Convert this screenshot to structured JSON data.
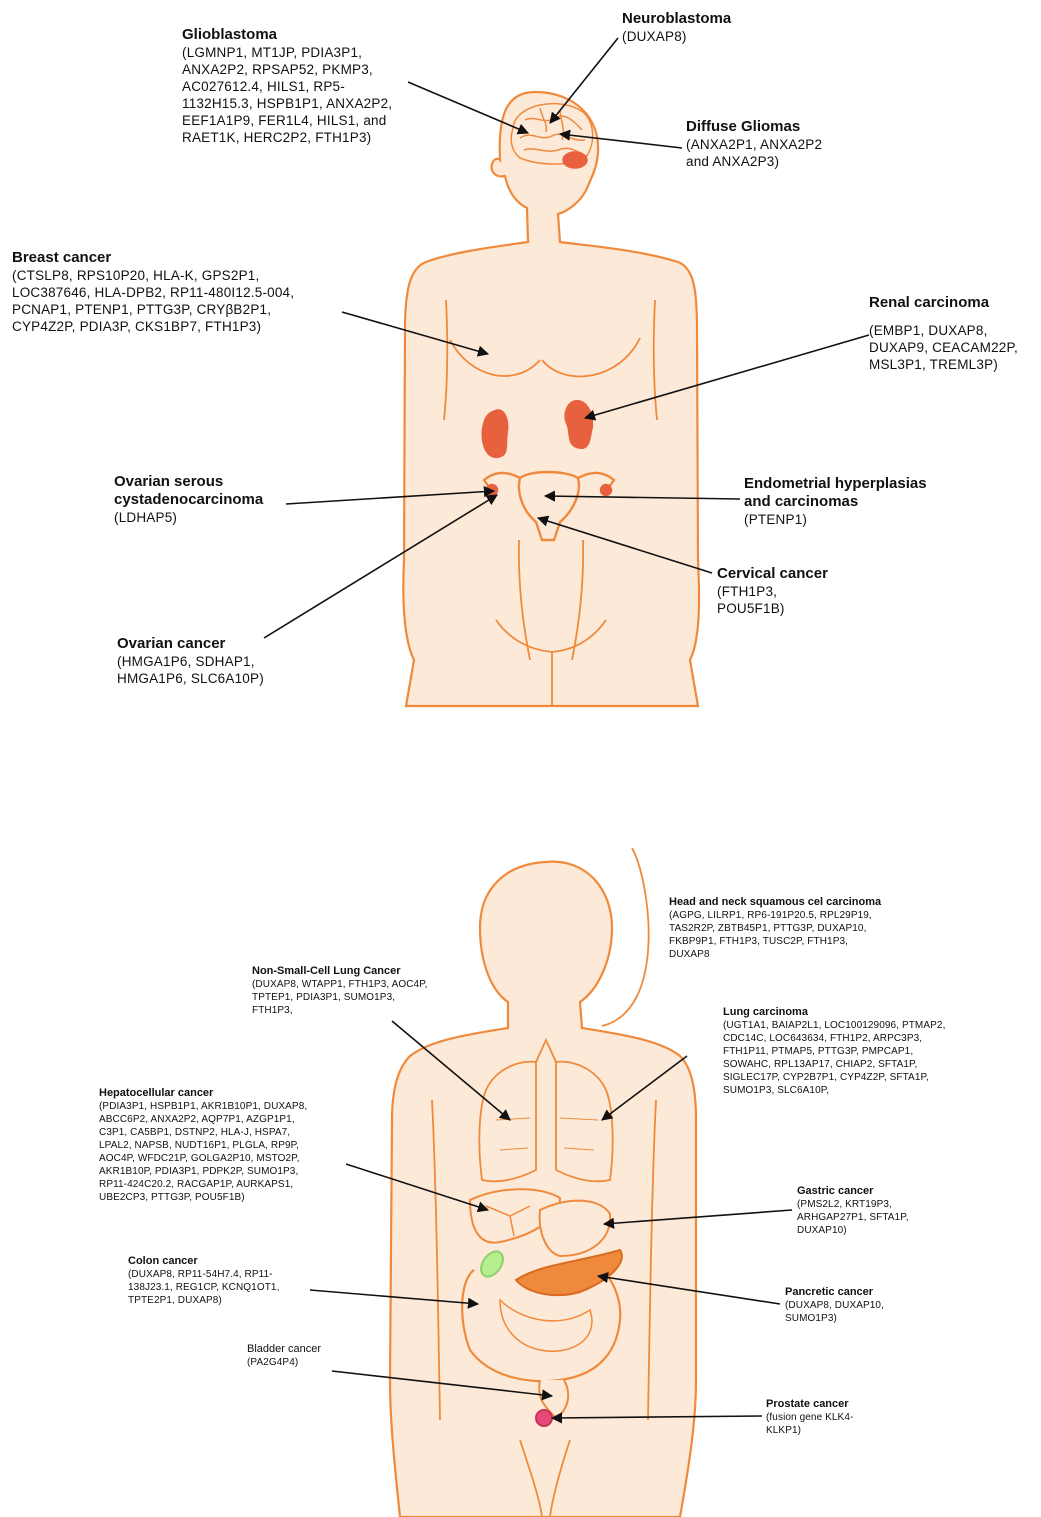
{
  "colors": {
    "outline": "#ef8a3c",
    "body_fill": "#fde9d8",
    "organ_fill": "#e8613f",
    "arrow": "#111111",
    "gallbladder": "#b6ef8e",
    "prostate": "#e9487a"
  },
  "female_panel": {
    "glioblastoma": {
      "title": "Glioblastoma",
      "genes": [
        "(LGMNP1, MT1JP, PDIA3P1,",
        "ANXA2P2, RPSAP52, PKMP3,",
        "AC027612.4, HILS1, RP5-",
        "1132H15.3, HSPB1P1, ANXA2P2,",
        "EEF1A1P9, FER1L4, HILS1, and",
        "RAET1K, HERC2P2, FTH1P3)"
      ]
    },
    "neuroblastoma": {
      "title": "Neuroblastoma",
      "genes": [
        "(DUXAP8)"
      ]
    },
    "diffuse_gliomas": {
      "title": "Diffuse Gliomas",
      "genes": [
        "(ANXA2P1, ANXA2P2",
        "and ANXA2P3)"
      ]
    },
    "breast_cancer": {
      "title": "Breast cancer",
      "genes": [
        "(CTSLP8, RPS10P20, HLA-K, GPS2P1,",
        "LOC387646, HLA-DPB2, RP11-480I12.5-004,",
        "PCNAP1, PTENP1, PTTG3P, CRYβB2P1,",
        "CYP4Z2P, PDIA3P, CKS1BP7, FTH1P3)"
      ]
    },
    "renal_carcinoma": {
      "title": "Renal carcinoma",
      "genes": [
        "(EMBP1, DUXAP8,",
        "DUXAP9, CEACAM22P,",
        "MSL3P1, TREML3P)"
      ]
    },
    "ovarian_serous": {
      "title": [
        "Ovarian serous",
        "cystadenocarcinoma"
      ],
      "genes": [
        "(LDHAP5)"
      ]
    },
    "endometrial": {
      "title": [
        "Endometrial hyperplasias",
        "and carcinomas"
      ],
      "genes": [
        "(PTENP1)"
      ]
    },
    "cervical_cancer": {
      "title": "Cervical cancer",
      "genes": [
        "(FTH1P3,",
        "POU5F1B)"
      ]
    },
    "ovarian_cancer": {
      "title": "Ovarian cancer",
      "genes": [
        "(HMGA1P6, SDHAP1,",
        "HMGA1P6, SLC6A10P)"
      ]
    }
  },
  "male_panel": {
    "head_neck": {
      "title": "Head and neck squamous cel carcinoma",
      "genes": [
        "(AGPG, LILRP1, RP6-191P20.5, RPL29P19,",
        "TAS2R2P, ZBTB45P1, PTTG3P, DUXAP10,",
        "FKBP9P1, FTH1P3, TUSC2P, FTH1P3,",
        "DUXAP8"
      ]
    },
    "nsclc": {
      "title": "Non-Small-Cell Lung Cancer",
      "genes": [
        "(DUXAP8, WTAPP1, FTH1P3, AOC4P,",
        "TPTEP1, PDIA3P1, SUMO1P3,",
        "FTH1P3,"
      ]
    },
    "lung_carcinoma": {
      "title": "Lung carcinoma",
      "genes": [
        "(UGT1A1, BAIAP2L1, LOC100129096, PTMAP2,",
        "CDC14C, LOC643634, FTH1P2, ARPC3P3,",
        "FTH1P11, PTMAP5, PTTG3P, PMPCAP1,",
        "SOWAHC, RPL13AP17, CHIAP2, SFTA1P,",
        "SIGLEC17P, CYP2B7P1, CYP4Z2P, SFTA1P,",
        "SUMO1P3, SLC6A10P,"
      ]
    },
    "hepatocellular": {
      "title": "Hepatocellular cancer",
      "genes": [
        "(PDIA3P1, HSPB1P1, AKR1B10P1, DUXAP8,",
        "ABCC6P2, ANXA2P2, AQP7P1, AZGP1P1,",
        "C3P1, CA5BP1, DSTNP2, HLA-J, HSPA7,",
        "LPAL2, NAPSB, NUDT16P1, PLGLA, RP9P,",
        "AOC4P, WFDC21P, GOLGA2P10, MSTO2P,",
        "AKR1B10P, PDIA3P1, PDPK2P, SUMO1P3,",
        "RP11-424C20.2, RACGAP1P, AURKAPS1,",
        "UBE2CP3, PTTG3P, POU5F1B)"
      ]
    },
    "gastric": {
      "title": "Gastric cancer",
      "genes": [
        "(PMS2L2, KRT19P3,",
        "ARHGAP27P1, SFTA1P,",
        "DUXAP10)"
      ]
    },
    "colon": {
      "title": "Colon cancer",
      "genes": [
        "(DUXAP8, RP11-54H7.4, RP11-",
        "138J23.1, REG1CP, KCNQ1OT1,",
        "TPTE2P1, DUXAP8)"
      ]
    },
    "pancreatic": {
      "title": "Pancretic cancer",
      "genes": [
        "(DUXAP8, DUXAP10,",
        "SUMO1P3)"
      ]
    },
    "bladder": {
      "title": "Bladder cancer",
      "genes": [
        "(PA2G4P4)"
      ]
    },
    "prostate": {
      "title": "Prostate cancer",
      "genes": [
        "(fusion gene KLK4-",
        "KLKP1)"
      ]
    }
  }
}
